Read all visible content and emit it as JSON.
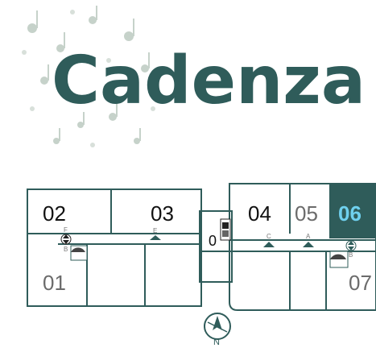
{
  "brand": {
    "name": "Cadenza"
  },
  "units": [
    {
      "id": "02",
      "label": "02"
    },
    {
      "id": "03",
      "label": "03"
    },
    {
      "id": "04",
      "label": "04"
    },
    {
      "id": "05",
      "label": "05"
    },
    {
      "id": "06",
      "label": "06"
    },
    {
      "id": "01",
      "label": "01"
    },
    {
      "id": "07",
      "label": "07"
    },
    {
      "id": "0",
      "label": "0"
    }
  ],
  "markers": {
    "F": "F",
    "B_left": "B",
    "E": "E",
    "C": "C",
    "A": "A",
    "B_right": "B"
  },
  "compass": {
    "label": "N"
  },
  "colors": {
    "brand": "#2f5c5a",
    "active_unit": "#2f5c5a",
    "active_text": "#6fd0ee",
    "lines": "#2f5c5a"
  },
  "icons": [
    "music-notes-decoration",
    "stair-icon",
    "elevator-icon",
    "door-icon",
    "compass-icon"
  ]
}
